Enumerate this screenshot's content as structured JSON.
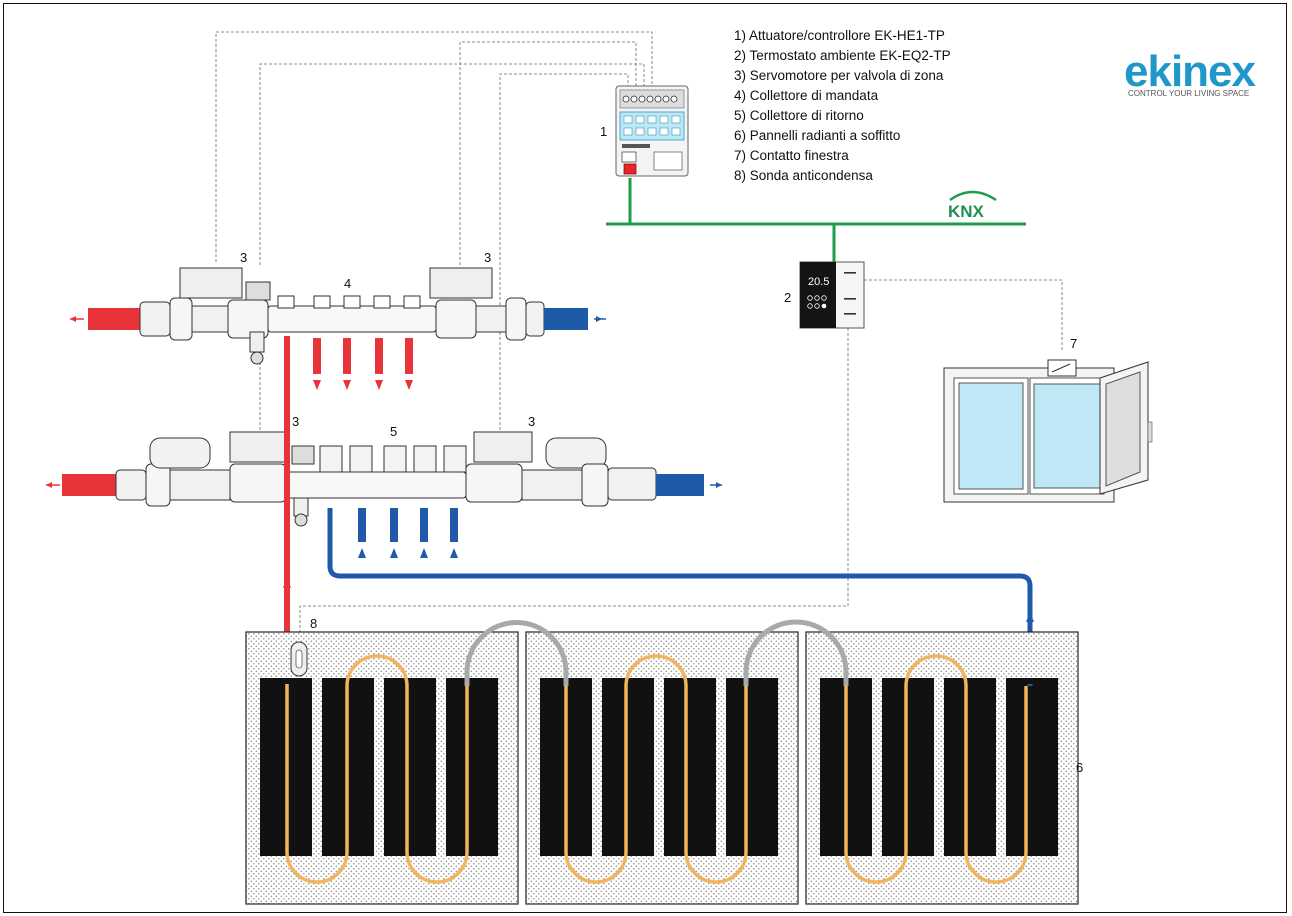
{
  "legend": [
    "1) Attuatore/controllore EK-HE1-TP",
    "2) Termostato ambiente EK-EQ2-TP",
    "3) Servomotore per valvola di zona",
    "4) Collettore di mandata",
    "5) Collettore di ritorno",
    "6) Pannelli radianti a soffitto",
    "7) Contatto finestra",
    "8) Sonda anticondensa"
  ],
  "brand": {
    "name": "ekinex",
    "tagline": "CONTROL YOUR LIVING SPACE"
  },
  "bus_label": "KNX",
  "thermostat_display": "20.5",
  "callouts": {
    "actuator": "1",
    "thermostat": "2",
    "servo_supply_left": "3",
    "servo_supply_right": "3",
    "servo_return_left": "3",
    "servo_return_right": "3",
    "supply_manifold": "4",
    "return_manifold": "5",
    "panels": "6",
    "window_contact": "7",
    "probe": "8"
  },
  "colors": {
    "supply": "#e8333b",
    "return": "#1f5aa8",
    "knx_bus": "#1e9e4a",
    "coil": "#f2b45c",
    "jumper": "#a9a9a9",
    "brand": "#1f97c9"
  }
}
